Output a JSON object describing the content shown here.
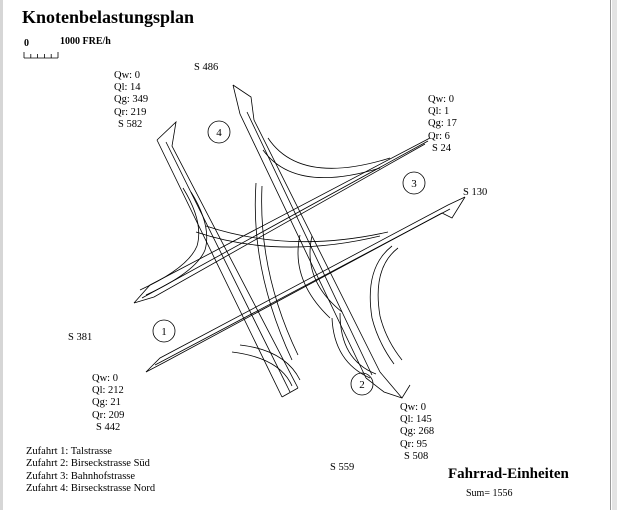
{
  "header": {
    "title": "Knotenbelastungsplan",
    "scale_zero": "0",
    "scale_value": "1000 FRE/h"
  },
  "diagram": {
    "approach_numbers": [
      "1",
      "2",
      "3",
      "4"
    ],
    "section_totals": {
      "west": "S 381",
      "south": "S 559",
      "east": "S 130",
      "north": "S 486"
    },
    "flows": {
      "top_left": {
        "qw": "Qw: 0",
        "ql": "Ql: 14",
        "qg": "Qg: 349",
        "qr": "Qr: 219",
        "s": "S 582"
      },
      "top_right": {
        "qw": "Qw: 0",
        "ql": "Ql: 1",
        "qg": "Qg: 17",
        "qr": "Qr: 6",
        "s": "S 24"
      },
      "bottom_left": {
        "qw": "Qw: 0",
        "ql": "Ql: 212",
        "qg": "Qg: 21",
        "qr": "Qr: 209",
        "s": "S 442"
      },
      "bottom_right": {
        "qw": "Qw: 0",
        "ql": "Ql: 145",
        "qg": "Qg: 268",
        "qr": "Qr: 95",
        "s": "S 508"
      }
    }
  },
  "legend": [
    "Zufahrt  1: Talstrasse",
    "Zufahrt  2: Birseckstrasse Süd",
    "Zufahrt  3: Bahnhofstrasse",
    "Zufahrt  4: Birseckstrasse Nord"
  ],
  "footer": {
    "unit_label": "Fahrrad-Einheiten",
    "sum": "Sum= 1556"
  }
}
